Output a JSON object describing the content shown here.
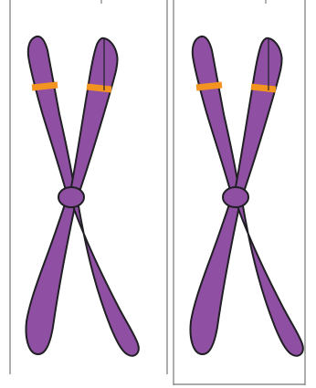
{
  "diagram": {
    "panels": [
      {
        "id": "left",
        "chromosome": {
          "body_color": "#8f4fa3",
          "outline_color": "#1f1f24",
          "band_color": "#f2941f",
          "has_centromere": true,
          "arms": [
            "upper-left",
            "upper-right",
            "lower-left",
            "lower-right"
          ],
          "bands_on_arms": [
            "upper-left",
            "upper-right"
          ]
        }
      },
      {
        "id": "right",
        "chromosome": {
          "body_color": "#8f4fa3",
          "outline_color": "#1f1f24",
          "band_color": "#f2941f",
          "has_centromere": true,
          "arms": [
            "upper-left",
            "upper-right",
            "lower-left",
            "lower-right"
          ],
          "bands_on_arms": [
            "upper-left",
            "upper-right"
          ]
        }
      }
    ],
    "frame_color": "#777777",
    "background_color": "#ffffff"
  }
}
